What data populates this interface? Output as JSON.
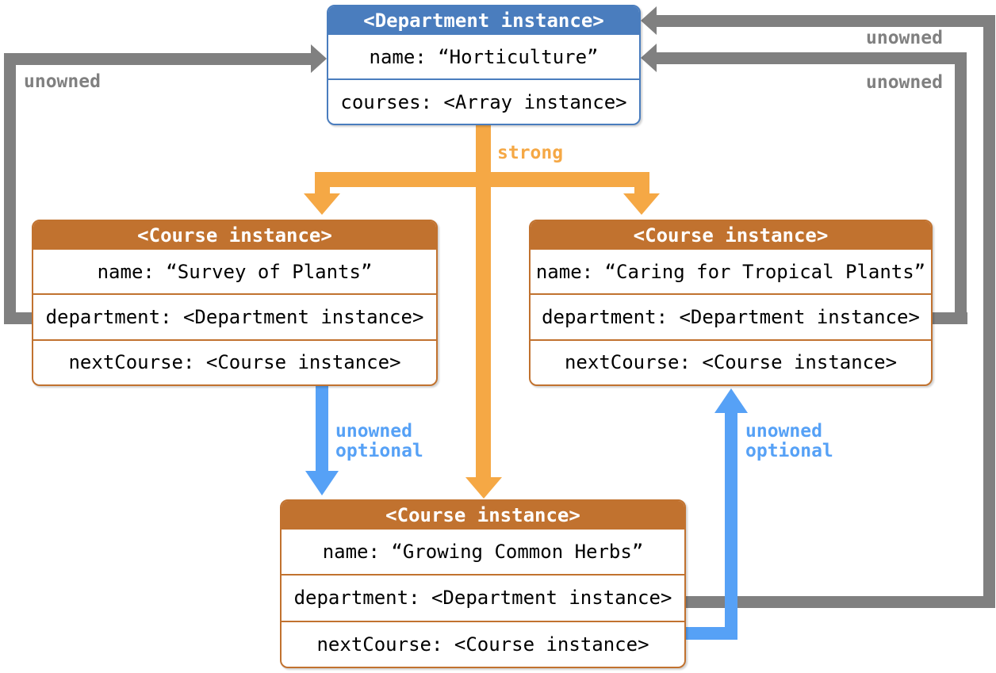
{
  "colors": {
    "blue_box": "#4A7DBE",
    "orange_box": "#C1722F",
    "orange_arrow": "#F5A845",
    "blue_arrow": "#56A1F6",
    "gray_arrow": "#808080",
    "header_text": "#FFFFFF",
    "row_text": "#000000",
    "background": "#FFFFFF"
  },
  "boxes": {
    "department": {
      "header": "<Department instance>",
      "rows": [
        "name: “Horticulture”",
        "courses: <Array instance>"
      ]
    },
    "course_left": {
      "header": "<Course instance>",
      "rows": [
        "name: “Survey of Plants”",
        "department: <Department instance>",
        "nextCourse: <Course instance>"
      ]
    },
    "course_right": {
      "header": "<Course instance>",
      "rows": [
        "name: “Caring for Tropical Plants”",
        "department: <Department instance>",
        "nextCourse: <Course instance>"
      ]
    },
    "course_bottom": {
      "header": "<Course instance>",
      "rows": [
        "name: “Growing Common Herbs”",
        "department: <Department instance>",
        "nextCourse: <Course instance>"
      ]
    }
  },
  "arrow_labels": {
    "strong": "strong",
    "unowned_left": "unowned",
    "unowned_right_top": "unowned",
    "unowned_right_mid": "unowned",
    "left_optional_line1": "unowned",
    "left_optional_line2": "optional",
    "right_optional_line1": "unowned",
    "right_optional_line2": "optional"
  }
}
